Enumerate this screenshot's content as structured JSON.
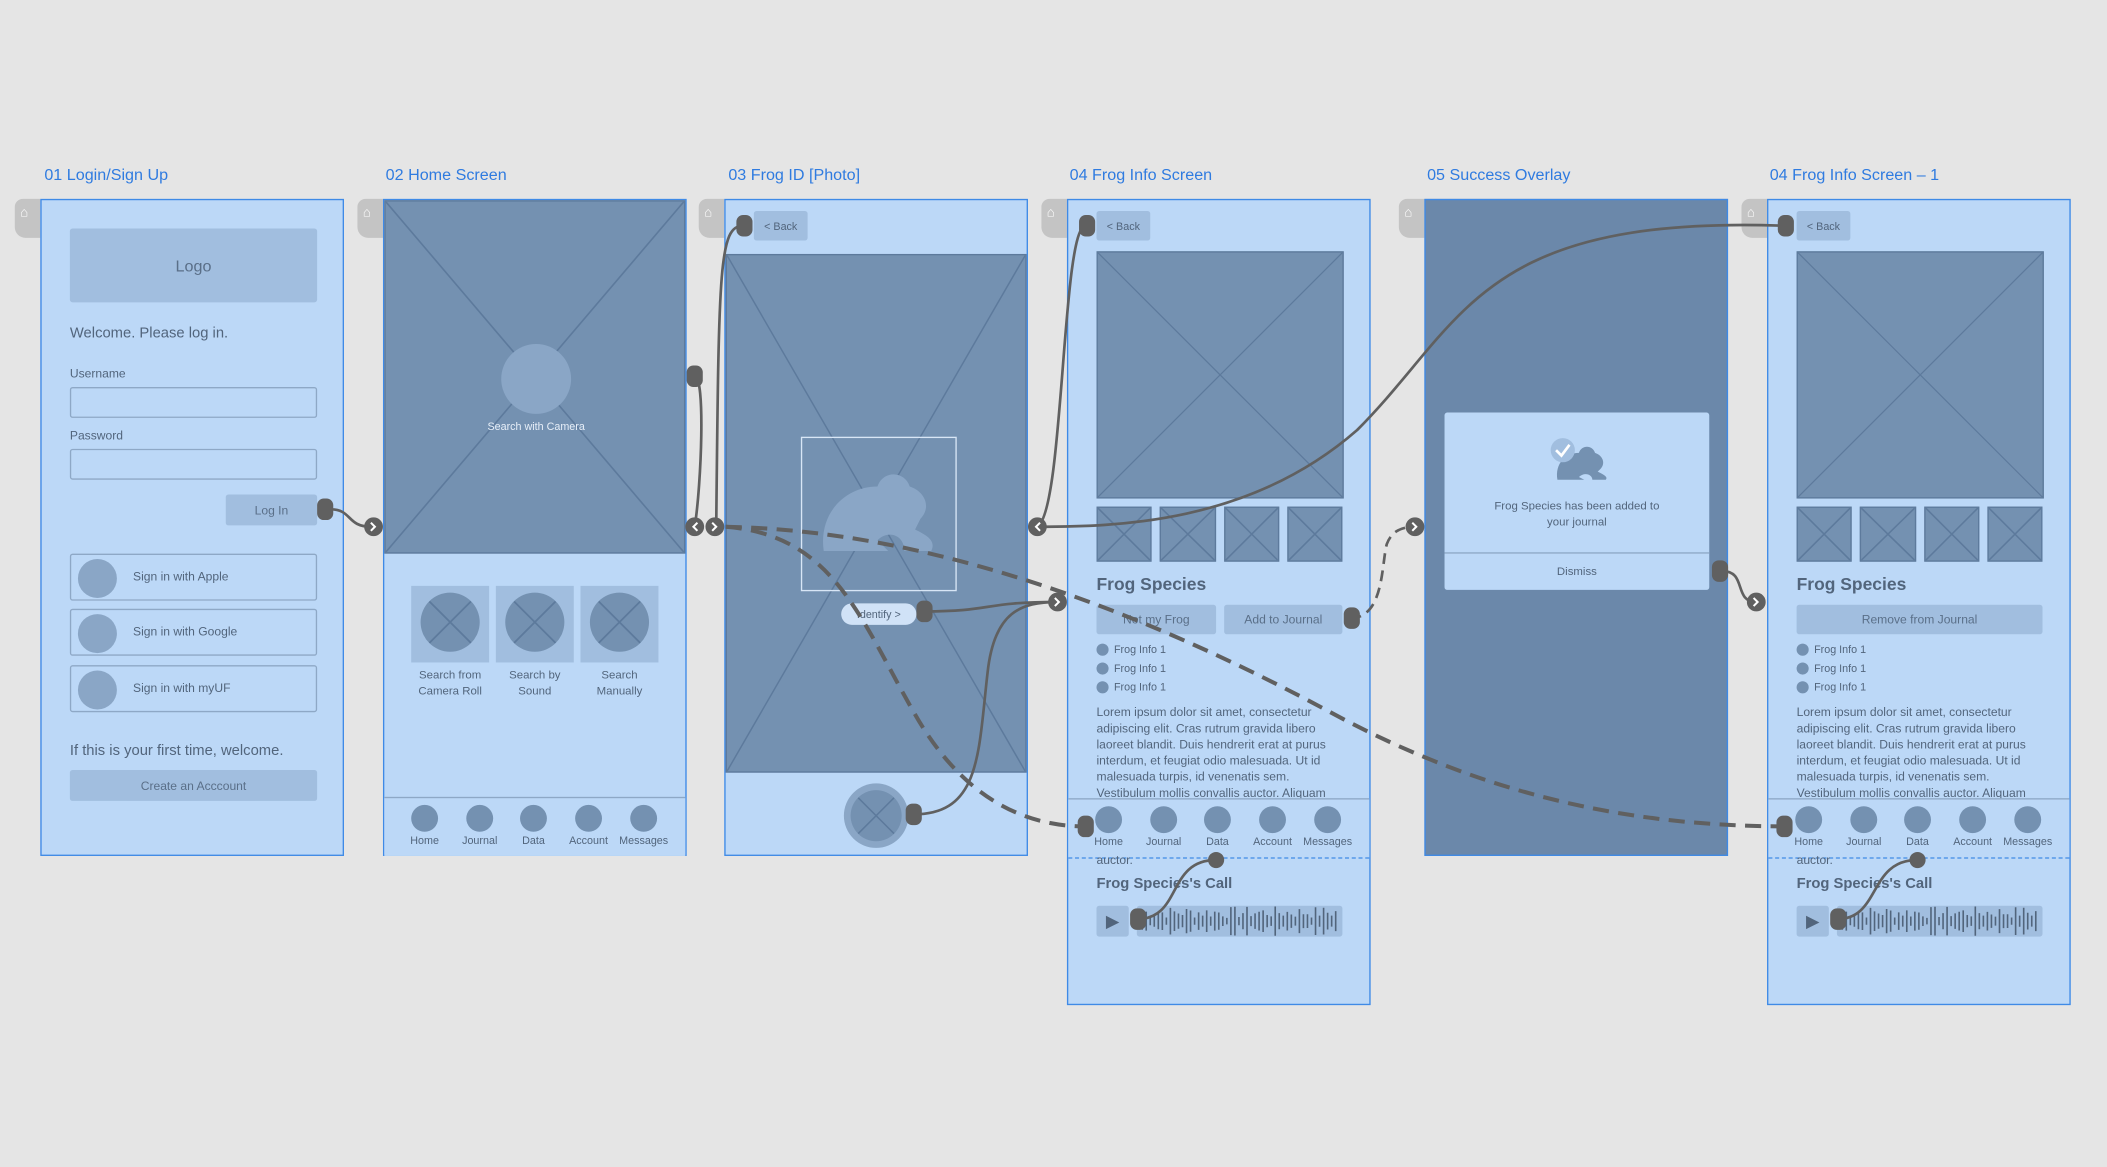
{
  "screens": [
    {
      "title": "01 Login/Sign Up"
    },
    {
      "title": "02  Home Screen"
    },
    {
      "title": "03 Frog ID [Photo]"
    },
    {
      "title": "04 Frog Info Screen"
    },
    {
      "title": "05 Success Overlay"
    },
    {
      "title": "04 Frog Info Screen – 1"
    }
  ],
  "login": {
    "logo": "Logo",
    "welcome": "Welcome. Please log in.",
    "username_label": "Username",
    "password_label": "Password",
    "login_button": "Log In",
    "sign_in_options": [
      "Sign in with Apple",
      "Sign in with Google",
      "Sign in with myUF"
    ],
    "first_time": "If this is your first time, welcome.",
    "create_account": "Create an Acccount"
  },
  "home": {
    "camera_label": "Search with Camera",
    "tiles": [
      {
        "line1": "Search from",
        "line2": "Camera Roll"
      },
      {
        "line1": "Search by",
        "line2": "Sound"
      },
      {
        "line1": "Search",
        "line2": "Manually"
      }
    ]
  },
  "nav": [
    "Home",
    "Journal",
    "Data",
    "Account",
    "Messages"
  ],
  "frog_id": {
    "back": "< Back",
    "identify": "Identify >"
  },
  "frog_info": {
    "back": "< Back",
    "species": "Frog Species",
    "not_my_frog": "Not my Frog",
    "add_to_journal": "Add to Journal",
    "remove_from_journal": "Remove from Journal",
    "info_items": [
      "Frog Info 1",
      "Frog Info 1",
      "Frog Info 1"
    ],
    "lorem": "Lorem ipsum dolor sit amet, consectetur adipiscing elit. Cras rutrum gravida libero laoreet blandit. Duis hendrerit erat at purus interdum, et feugiat odio malesuada. Ut id malesuada turpis, id venenatis sem. Vestibulum mollis convallis auctor. Aliquam",
    "lorem_tail": "auctor.",
    "call_title": "Frog Species's Call"
  },
  "success": {
    "message_line1": "Frog Species has been added to",
    "message_line2": "your journal",
    "dismiss": "Dismiss"
  },
  "colors": {
    "frame_bg": "#bcd8f7",
    "frame_border": "#3f8ae6",
    "placeholder": "#7491b1",
    "title": "#2f7be0",
    "connector": "#606060"
  }
}
